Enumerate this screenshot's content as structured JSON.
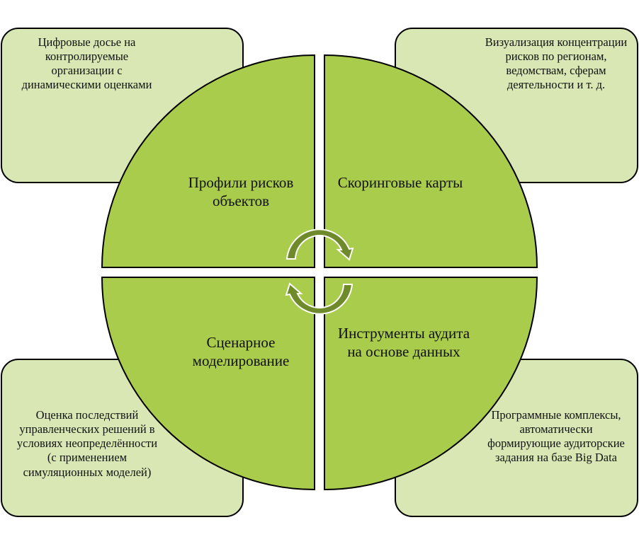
{
  "colors": {
    "quadrant": "#a9cc4c",
    "box": "#d9e7b4",
    "arrow": "#6e8a2b",
    "outline": "#000000"
  },
  "quadrants": [
    {
      "label": "Профили рисков объектов"
    },
    {
      "label": "Скоринговые карты"
    },
    {
      "label": "Сценарное моделирование"
    },
    {
      "label": "Инструменты аудита на основе данных"
    }
  ],
  "boxes": [
    {
      "text": "Цифровые досье на контролируемые организации с динамическими оценками"
    },
    {
      "text": "Визуализация концентрации рисков по регионам, ведомствам, сферам деятельности и т. д."
    },
    {
      "text": "Оценка последствий управленческих решений в условиях неопределённости (с применением симуляционных моделей)"
    },
    {
      "text": "Программные комплексы, автоматически формирующие аудиторские задания на базе Big Data"
    }
  ],
  "center_icon": "cycle-arrows-icon"
}
